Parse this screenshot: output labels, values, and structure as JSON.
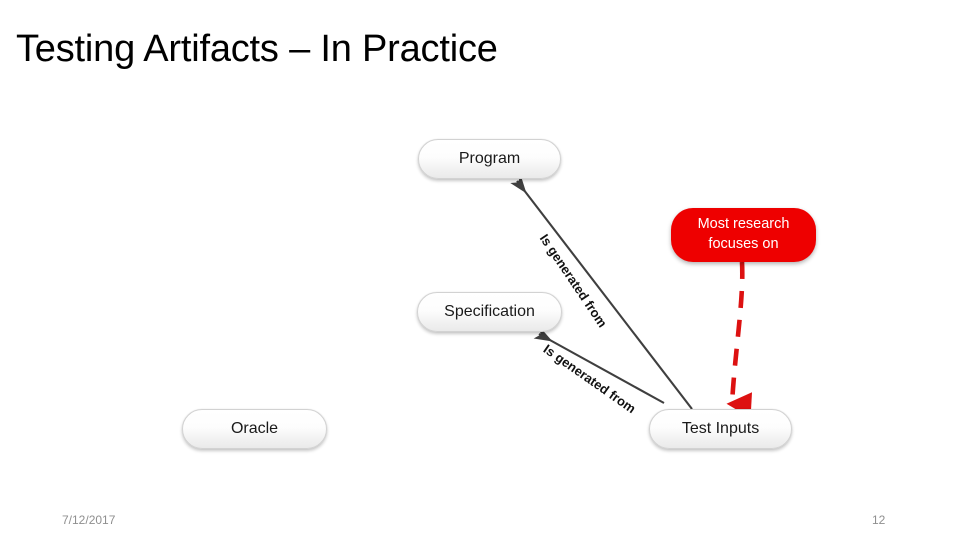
{
  "slide": {
    "title": "Testing Artifacts – In Practice",
    "footer": {
      "date": "7/12/2017",
      "page_number": "12"
    }
  },
  "colors": {
    "title_text": "#000000",
    "node_text": "#1a1a1a",
    "node_fill_top": "#ffffff",
    "node_fill_bottom": "#eaeaea",
    "node_border": "#d2d2d2",
    "edge_gray": "#3f3f3f",
    "callout_red": "#ee0000",
    "callout_text": "#ffffff",
    "footer_text": "#8f8f8f"
  },
  "diagram": {
    "type": "node-edge-diagram",
    "nodes": [
      {
        "id": "program",
        "label": "Program",
        "shape": "rounded-pill",
        "style": "white"
      },
      {
        "id": "specification",
        "label": "Specification",
        "shape": "rounded-pill",
        "style": "white"
      },
      {
        "id": "oracle",
        "label": "Oracle",
        "shape": "rounded-pill",
        "style": "white"
      },
      {
        "id": "test-inputs",
        "label": "Test Inputs",
        "shape": "rounded-pill",
        "style": "white"
      }
    ],
    "callout": {
      "id": "most-research",
      "line1": "Most research",
      "line2": "focuses on",
      "shape": "rounded-pill",
      "style": "red",
      "points_to": "test-inputs"
    },
    "edges": [
      {
        "id": "edge-test-inputs-to-program",
        "from": "test-inputs",
        "to": "program",
        "label": "Is generated from",
        "style": "solid",
        "color": "#3f3f3f",
        "arrowhead": "to"
      },
      {
        "id": "edge-test-inputs-to-specification",
        "from": "test-inputs",
        "to": "specification",
        "label": "Is generated from",
        "style": "solid",
        "color": "#3f3f3f",
        "arrowhead": "to"
      },
      {
        "id": "edge-callout-to-test-inputs",
        "from": "most-research",
        "to": "test-inputs",
        "label": "",
        "style": "dashed",
        "color": "#dd1111",
        "arrowhead": "to"
      }
    ]
  }
}
